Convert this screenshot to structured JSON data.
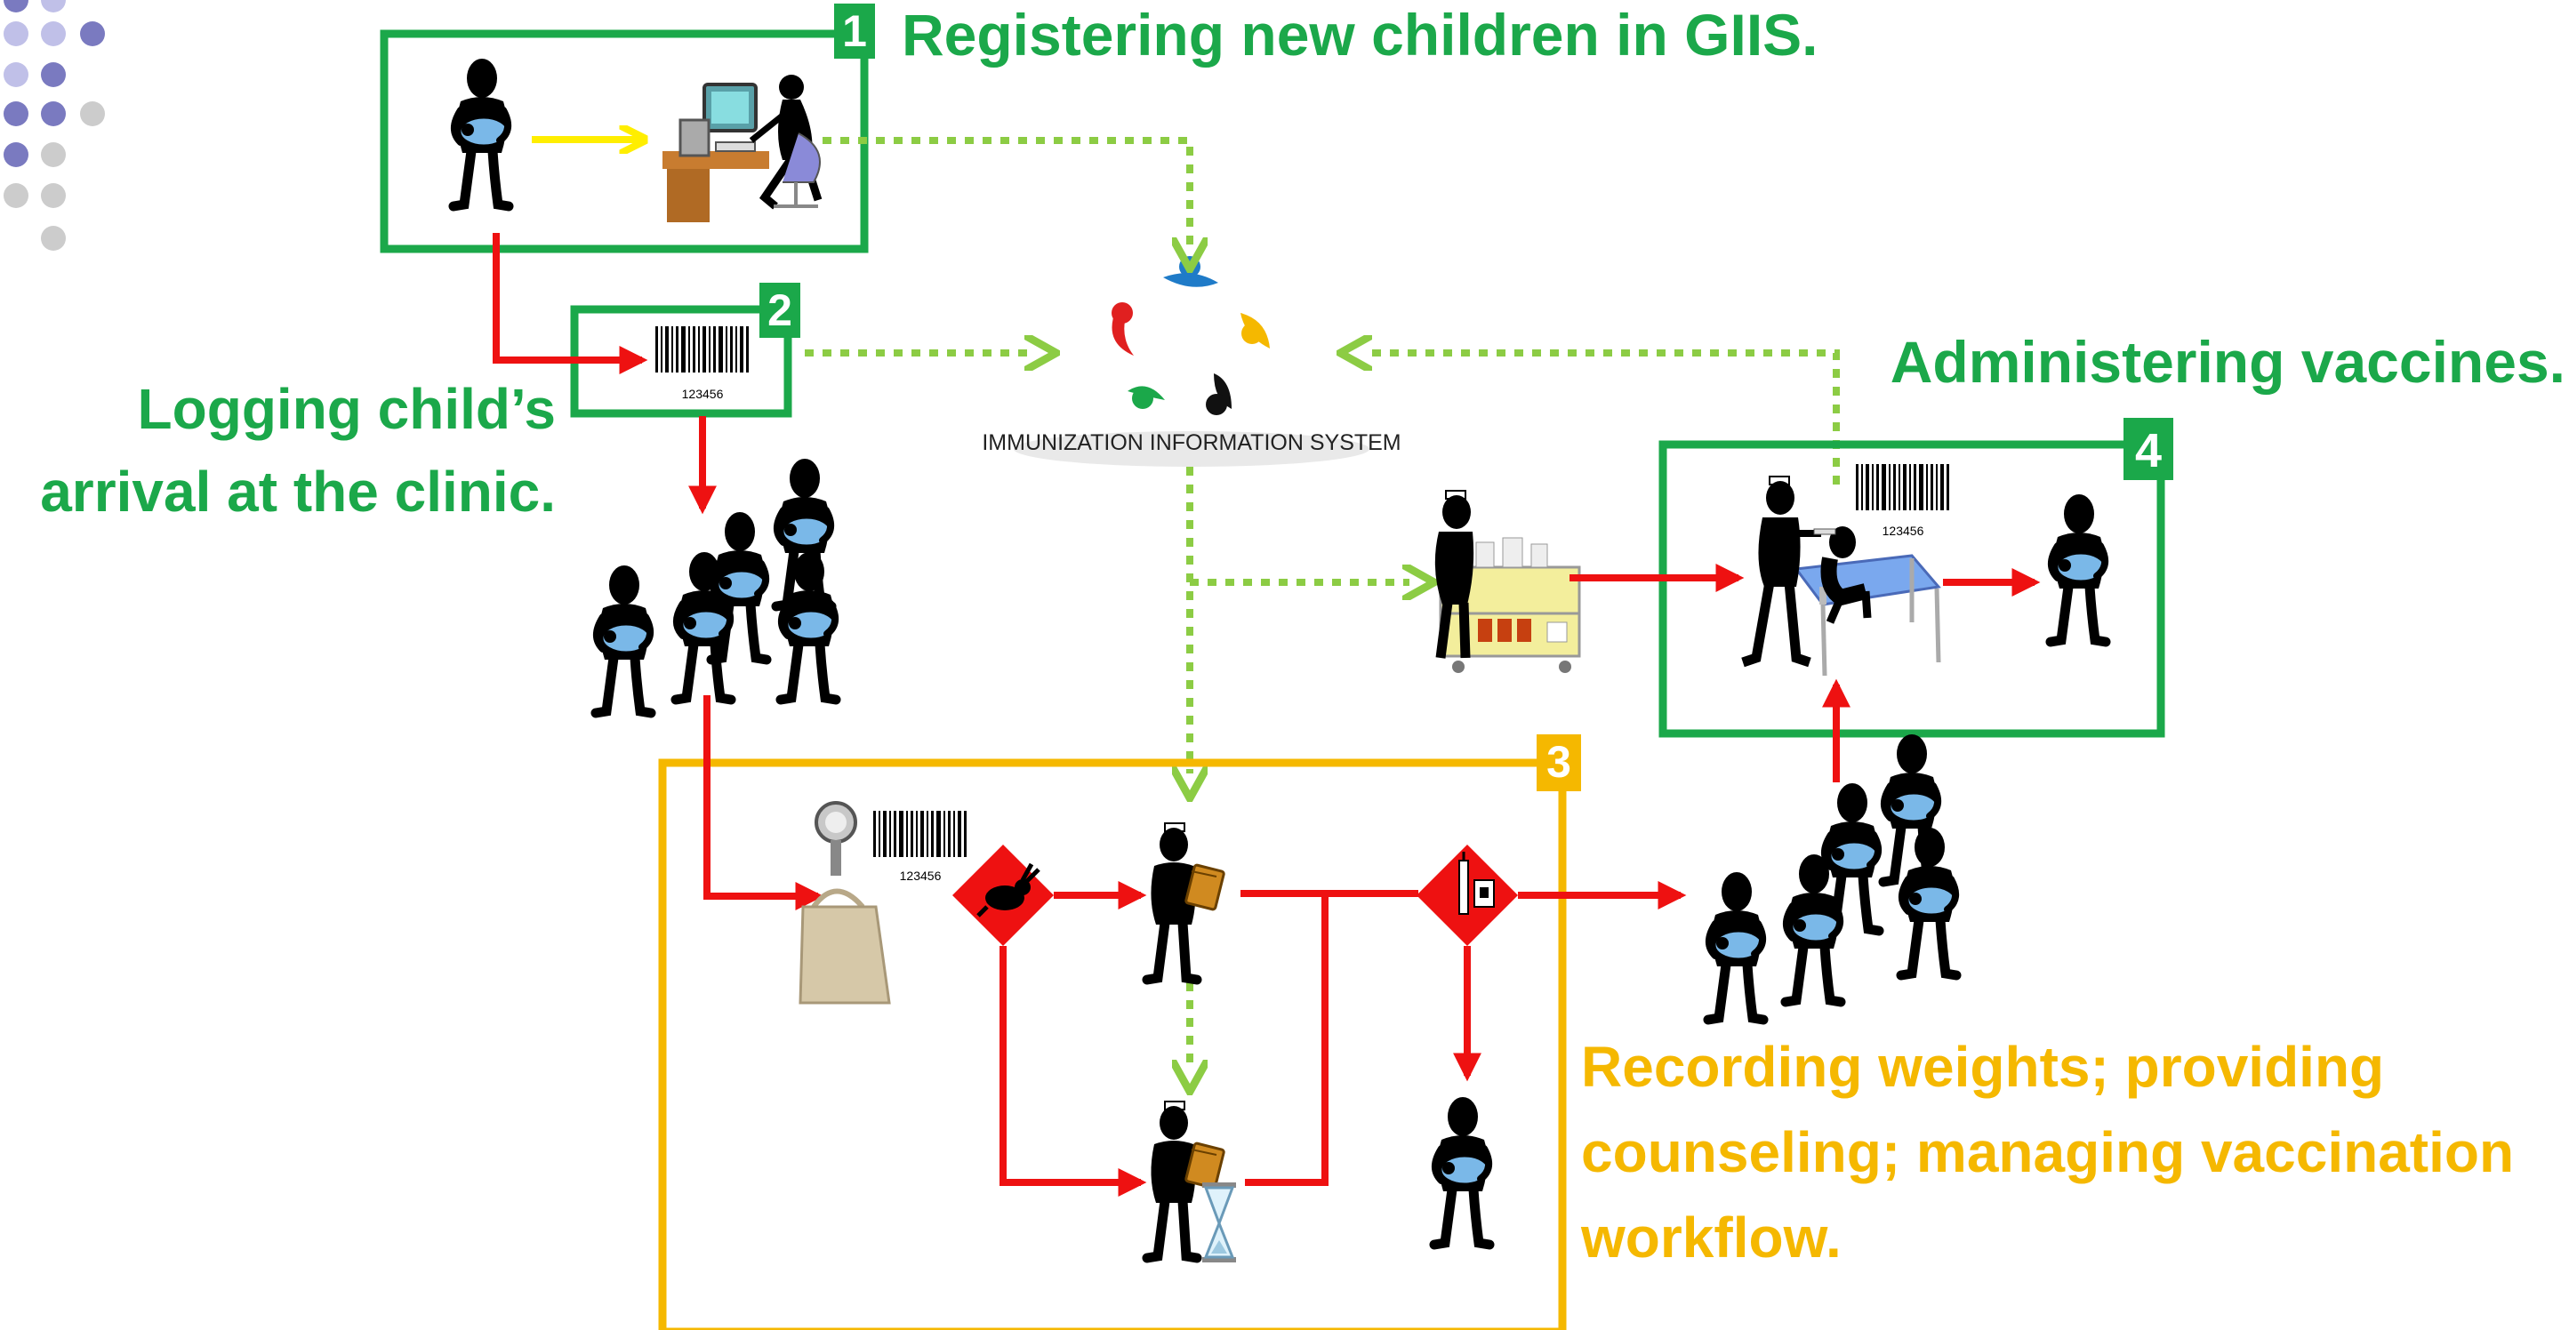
{
  "steps": {
    "s1": {
      "number": "1",
      "label": "Registering new children in GIIS."
    },
    "s2": {
      "number": "2",
      "label_line1": "Logging child’s",
      "label_line2": "arrival at the clinic."
    },
    "s3": {
      "number": "3",
      "label_line1": "Recording weights; providing",
      "label_line2": "counseling; managing vaccination",
      "label_line3": "workflow."
    },
    "s4": {
      "number": "4",
      "label": "Administering vaccines."
    }
  },
  "system": {
    "label": "IMMUNIZATION INFORMATION SYSTEM"
  },
  "barcode_digits": "123456",
  "colors": {
    "green_box": "#1ba84a",
    "yellow_box": "#f5b800",
    "red_flow": "#ee1111",
    "data_flow": "#8ccc44",
    "yellow_arrow": "#ffee00",
    "figure": "#000000",
    "baby_blanket": "#7ab8e8",
    "decor_dot_dark": "#7a7ac0",
    "decor_dot_light": "#c0c0e8",
    "decor_dot_gray": "#cccccc"
  },
  "icons": [
    "person-holding-baby-icon",
    "computer-desk-icon",
    "barcode-icon",
    "scale-bag-icon",
    "rabbit-diamond-icon",
    "syringe-diamond-icon",
    "clipboard-nurse-icon",
    "hourglass-icon",
    "vaccine-cart-icon",
    "exam-table-icon",
    "system-logo-icon"
  ]
}
